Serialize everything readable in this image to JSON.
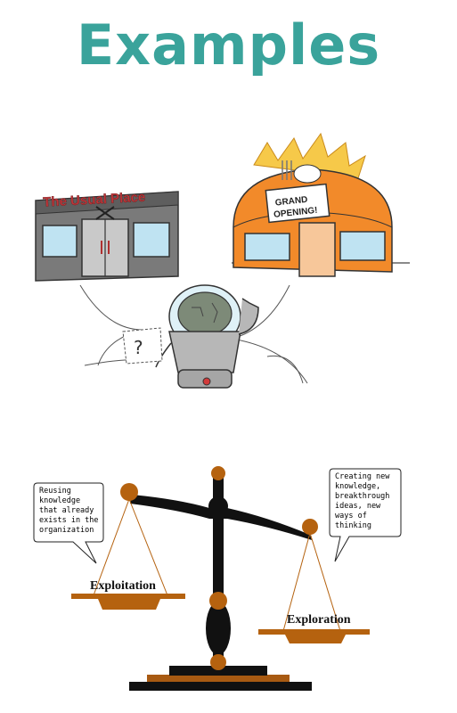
{
  "title": "Examples",
  "cartoon": {
    "usual_place_sign": "The Usual Place",
    "grand_opening_sign_line1": "GRAND",
    "grand_opening_sign_line2": "OPENING!",
    "thought_bubble": "?"
  },
  "scale": {
    "left_bubble": "Reusing\nknowledge\nthat already\nexists in the\norganization",
    "right_bubble": "Creating new\nknowledge,\nbreakthrough\nideas, new\nways of\nthinking",
    "left_pan_label": "Exploitation",
    "right_pan_label": "Exploration"
  }
}
